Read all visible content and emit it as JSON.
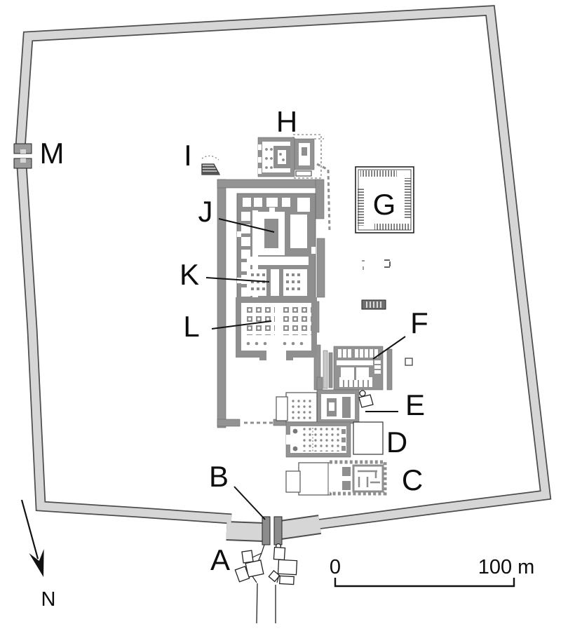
{
  "plan": {
    "type": "archaeological-site-plan",
    "labels": {
      "A": "A",
      "B": "B",
      "C": "C",
      "D": "D",
      "E": "E",
      "F": "F",
      "G": "G",
      "H": "H",
      "I": "I",
      "J": "J",
      "K": "K",
      "L": "L",
      "M": "M"
    },
    "compass": {
      "north": "N"
    },
    "scale": {
      "zero": "0",
      "hundred": "100 m"
    },
    "colors": {
      "enclosure_fill": "#d6d6d6",
      "enclosure_outline": "#4d4d4d",
      "structure_gray": "#939393",
      "ink": "#111111",
      "paper": "#ffffff"
    }
  }
}
